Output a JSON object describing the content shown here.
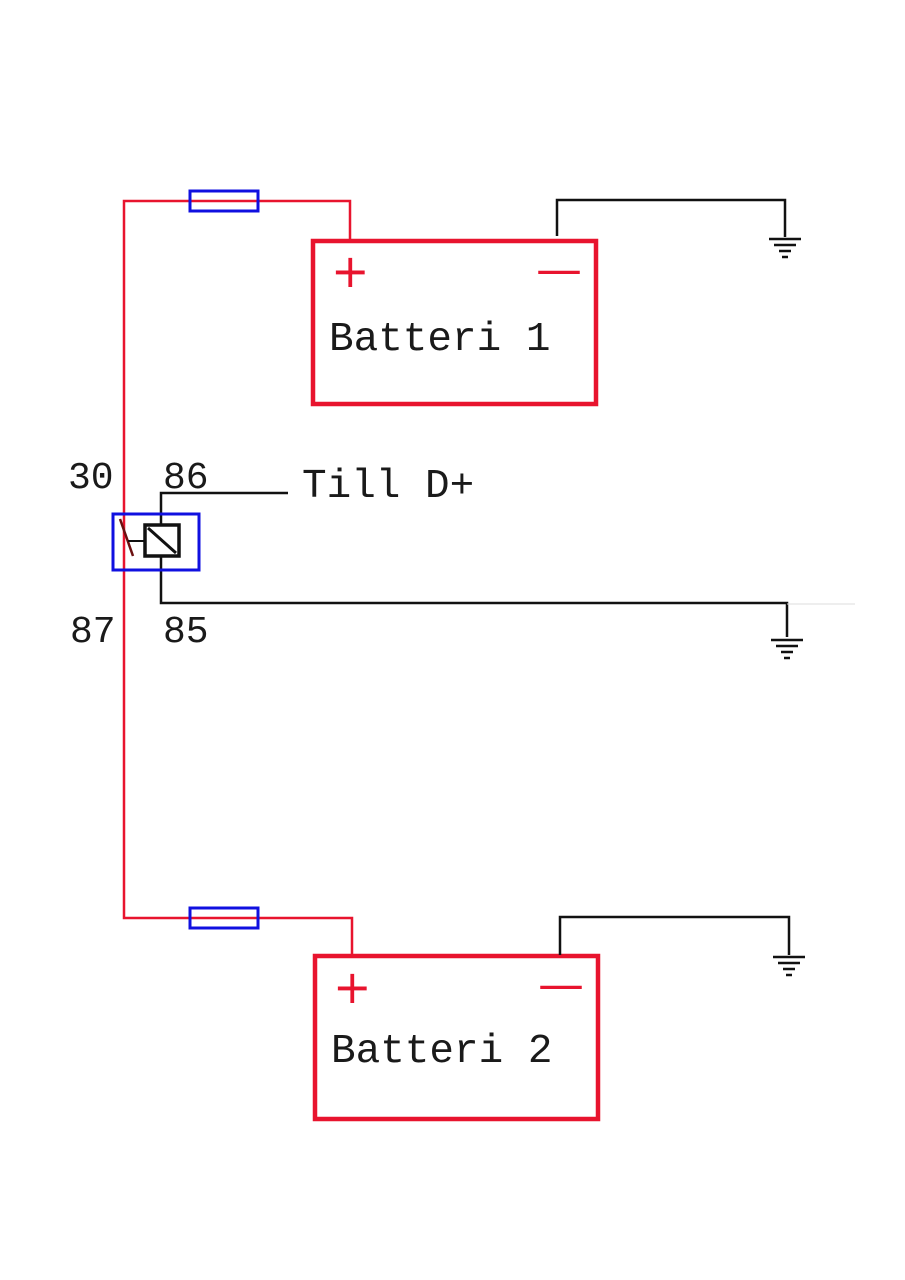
{
  "colors": {
    "positive_wire": "#e8142e",
    "ground_wire": "#111111",
    "fuse": "#1010e0",
    "relay_box": "#1010e0",
    "battery": "#e8142e",
    "relay_switch": "#6b1010"
  },
  "battery1": {
    "label": "Batteri 1",
    "plus": "+",
    "minus": "—"
  },
  "battery2": {
    "label": "Batteri 2",
    "plus": "+",
    "minus": "—"
  },
  "relay": {
    "pin_30": "30",
    "pin_86": "86",
    "pin_87": "87",
    "pin_85": "85",
    "signal_label": "Till D+"
  },
  "icons": {
    "ground": "ground-icon",
    "fuse": "fuse-icon",
    "relay_coil": "relay-coil-icon"
  }
}
